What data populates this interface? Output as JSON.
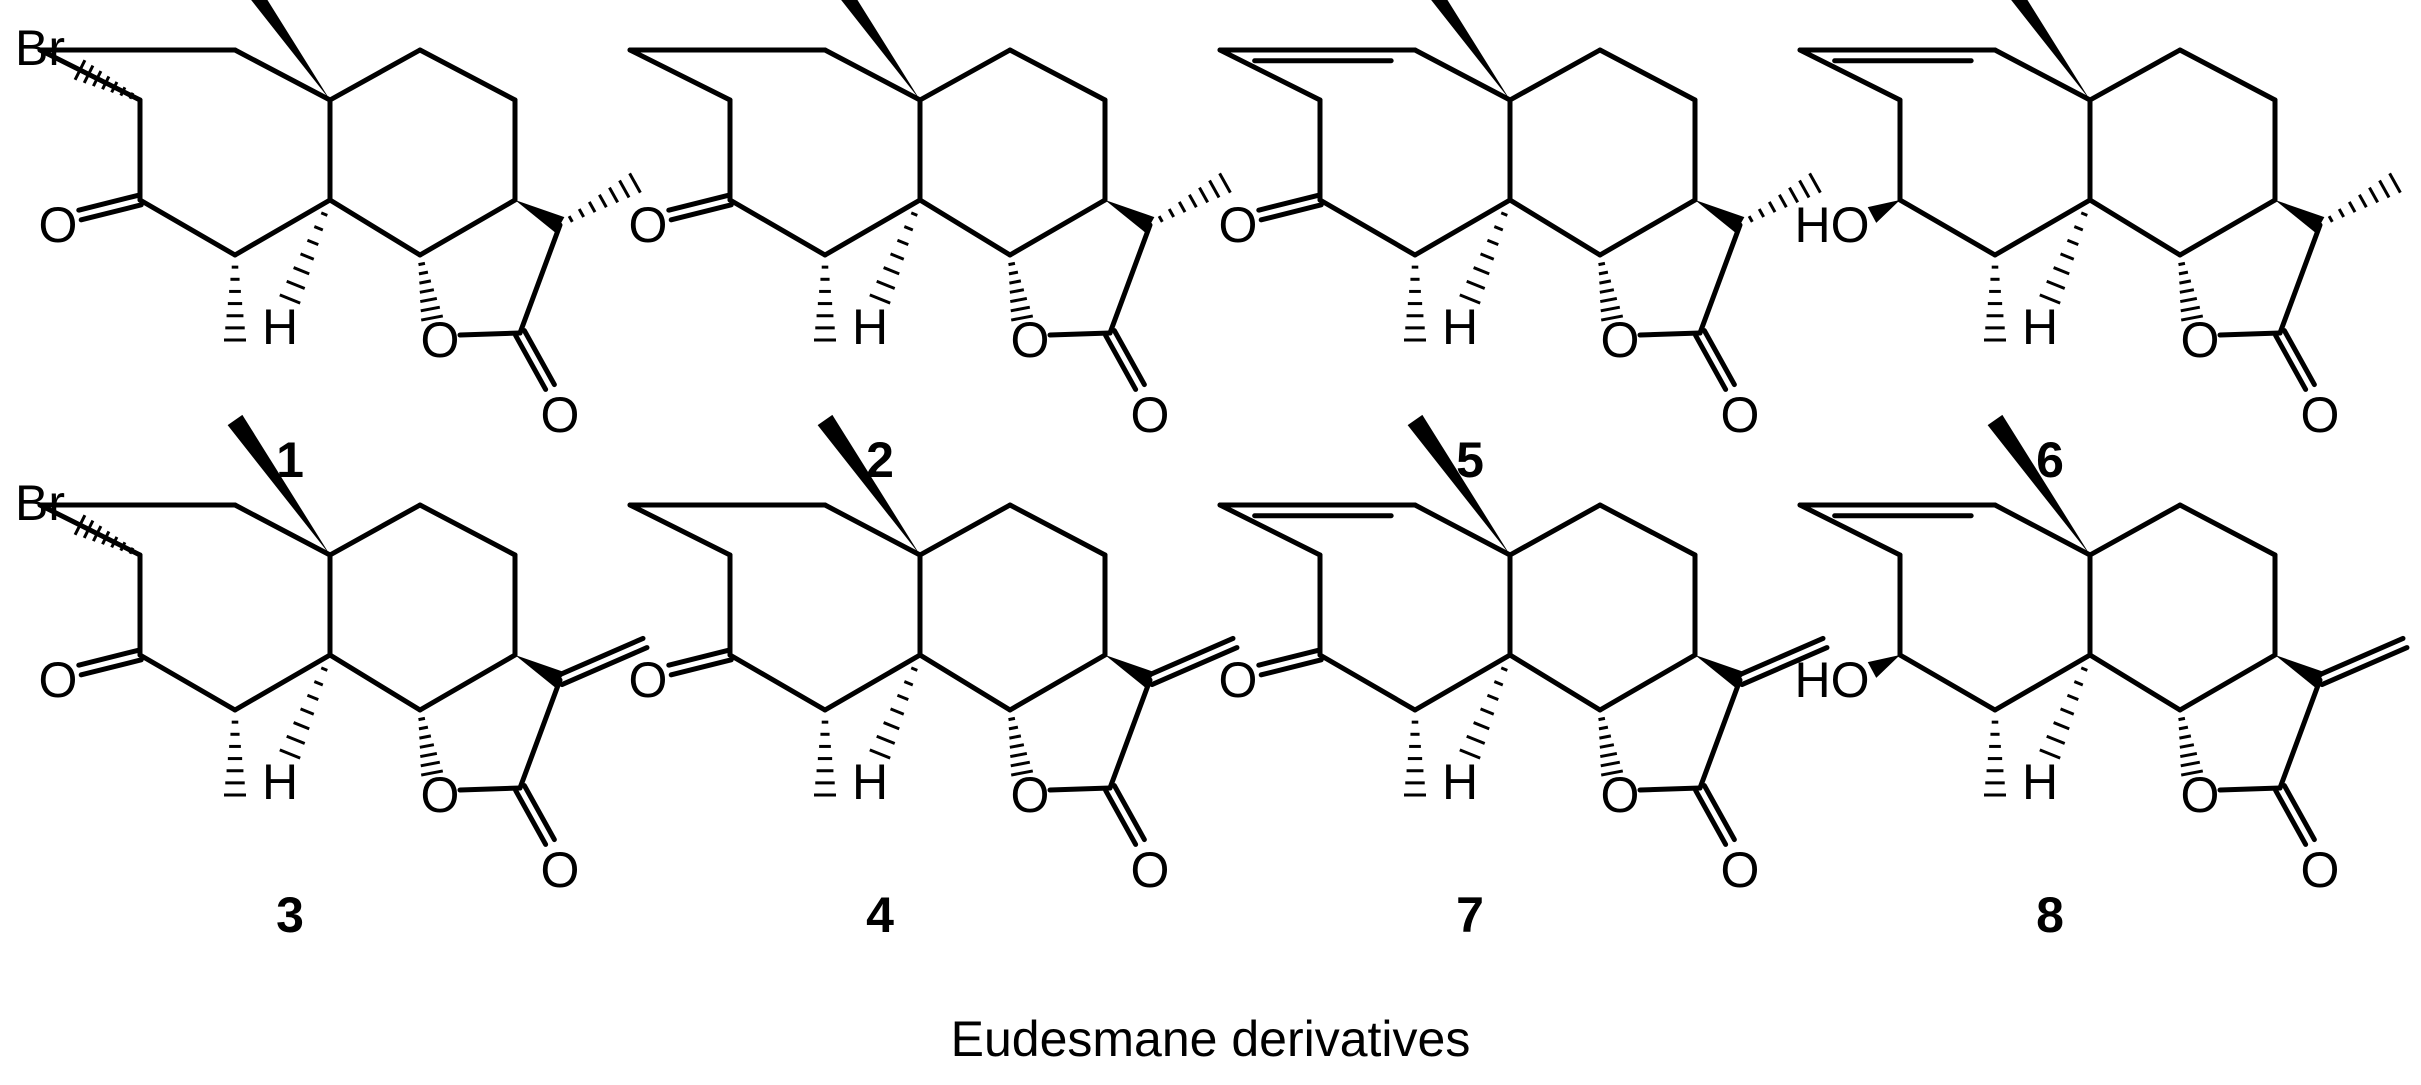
{
  "caption": "Eudesmane derivatives",
  "atom_labels": {
    "bromine": "Br",
    "ketone_oxygen": "O",
    "hydroxyl": "HO",
    "ring_hydrogen": "H",
    "lactone_ring_oxygen": "O",
    "lactone_carbonyl_oxygen": "O"
  },
  "compounds": [
    {
      "id": "1",
      "bromo": true,
      "c3": "ketone",
      "ene_1_2": false,
      "exo_methylene": false
    },
    {
      "id": "2",
      "bromo": false,
      "c3": "ketone",
      "ene_1_2": false,
      "exo_methylene": false
    },
    {
      "id": "5",
      "bromo": false,
      "c3": "ketone",
      "ene_1_2": true,
      "exo_methylene": false
    },
    {
      "id": "6",
      "bromo": false,
      "c3": "hydroxyl",
      "ene_1_2": true,
      "exo_methylene": false
    },
    {
      "id": "3",
      "bromo": true,
      "c3": "ketone",
      "ene_1_2": false,
      "exo_methylene": true
    },
    {
      "id": "4",
      "bromo": false,
      "c3": "ketone",
      "ene_1_2": false,
      "exo_methylene": true
    },
    {
      "id": "7",
      "bromo": false,
      "c3": "ketone",
      "ene_1_2": true,
      "exo_methylene": true
    },
    {
      "id": "8",
      "bromo": false,
      "c3": "hydroxyl",
      "ene_1_2": true,
      "exo_methylene": true
    }
  ]
}
